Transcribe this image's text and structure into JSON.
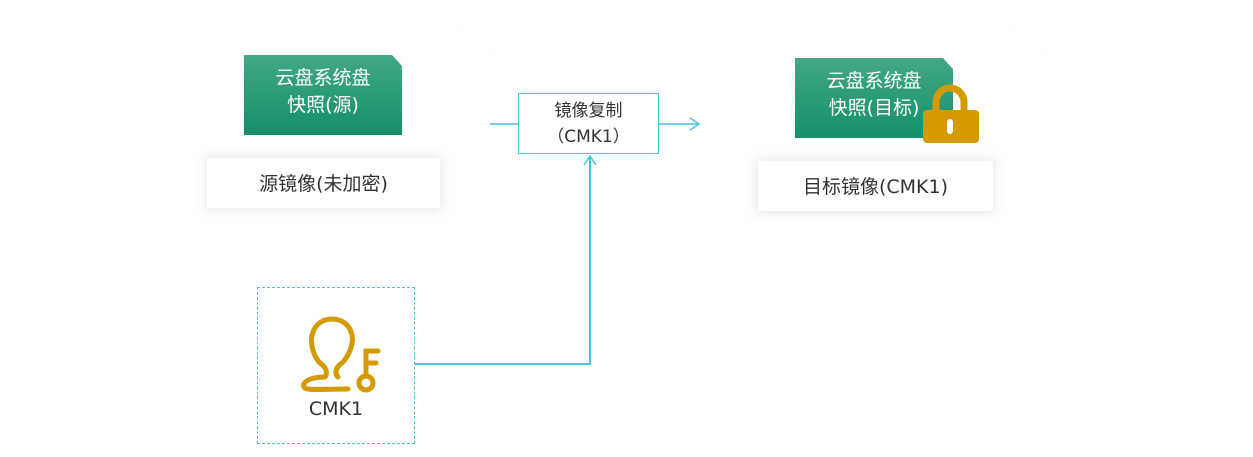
{
  "source": {
    "snapshot_label_line1": "云盘系统盘",
    "snapshot_label_line2": "快照(源)",
    "image_label": "源镜像(未加密)"
  },
  "process": {
    "label_line1": "镜像复制",
    "label_line2": "（CMK1）"
  },
  "target": {
    "snapshot_label_line1": "云盘系统盘",
    "snapshot_label_line2": "快照(目标)",
    "image_label": "目标镜像(CMK1)",
    "lock_icon": "lock-icon"
  },
  "key": {
    "label": "CMK1",
    "icon": "user-key-icon"
  },
  "colors": {
    "snapshot_green": "#1a9670",
    "connector_blue": "#4cc3df",
    "icon_gold": "#d49a00"
  }
}
